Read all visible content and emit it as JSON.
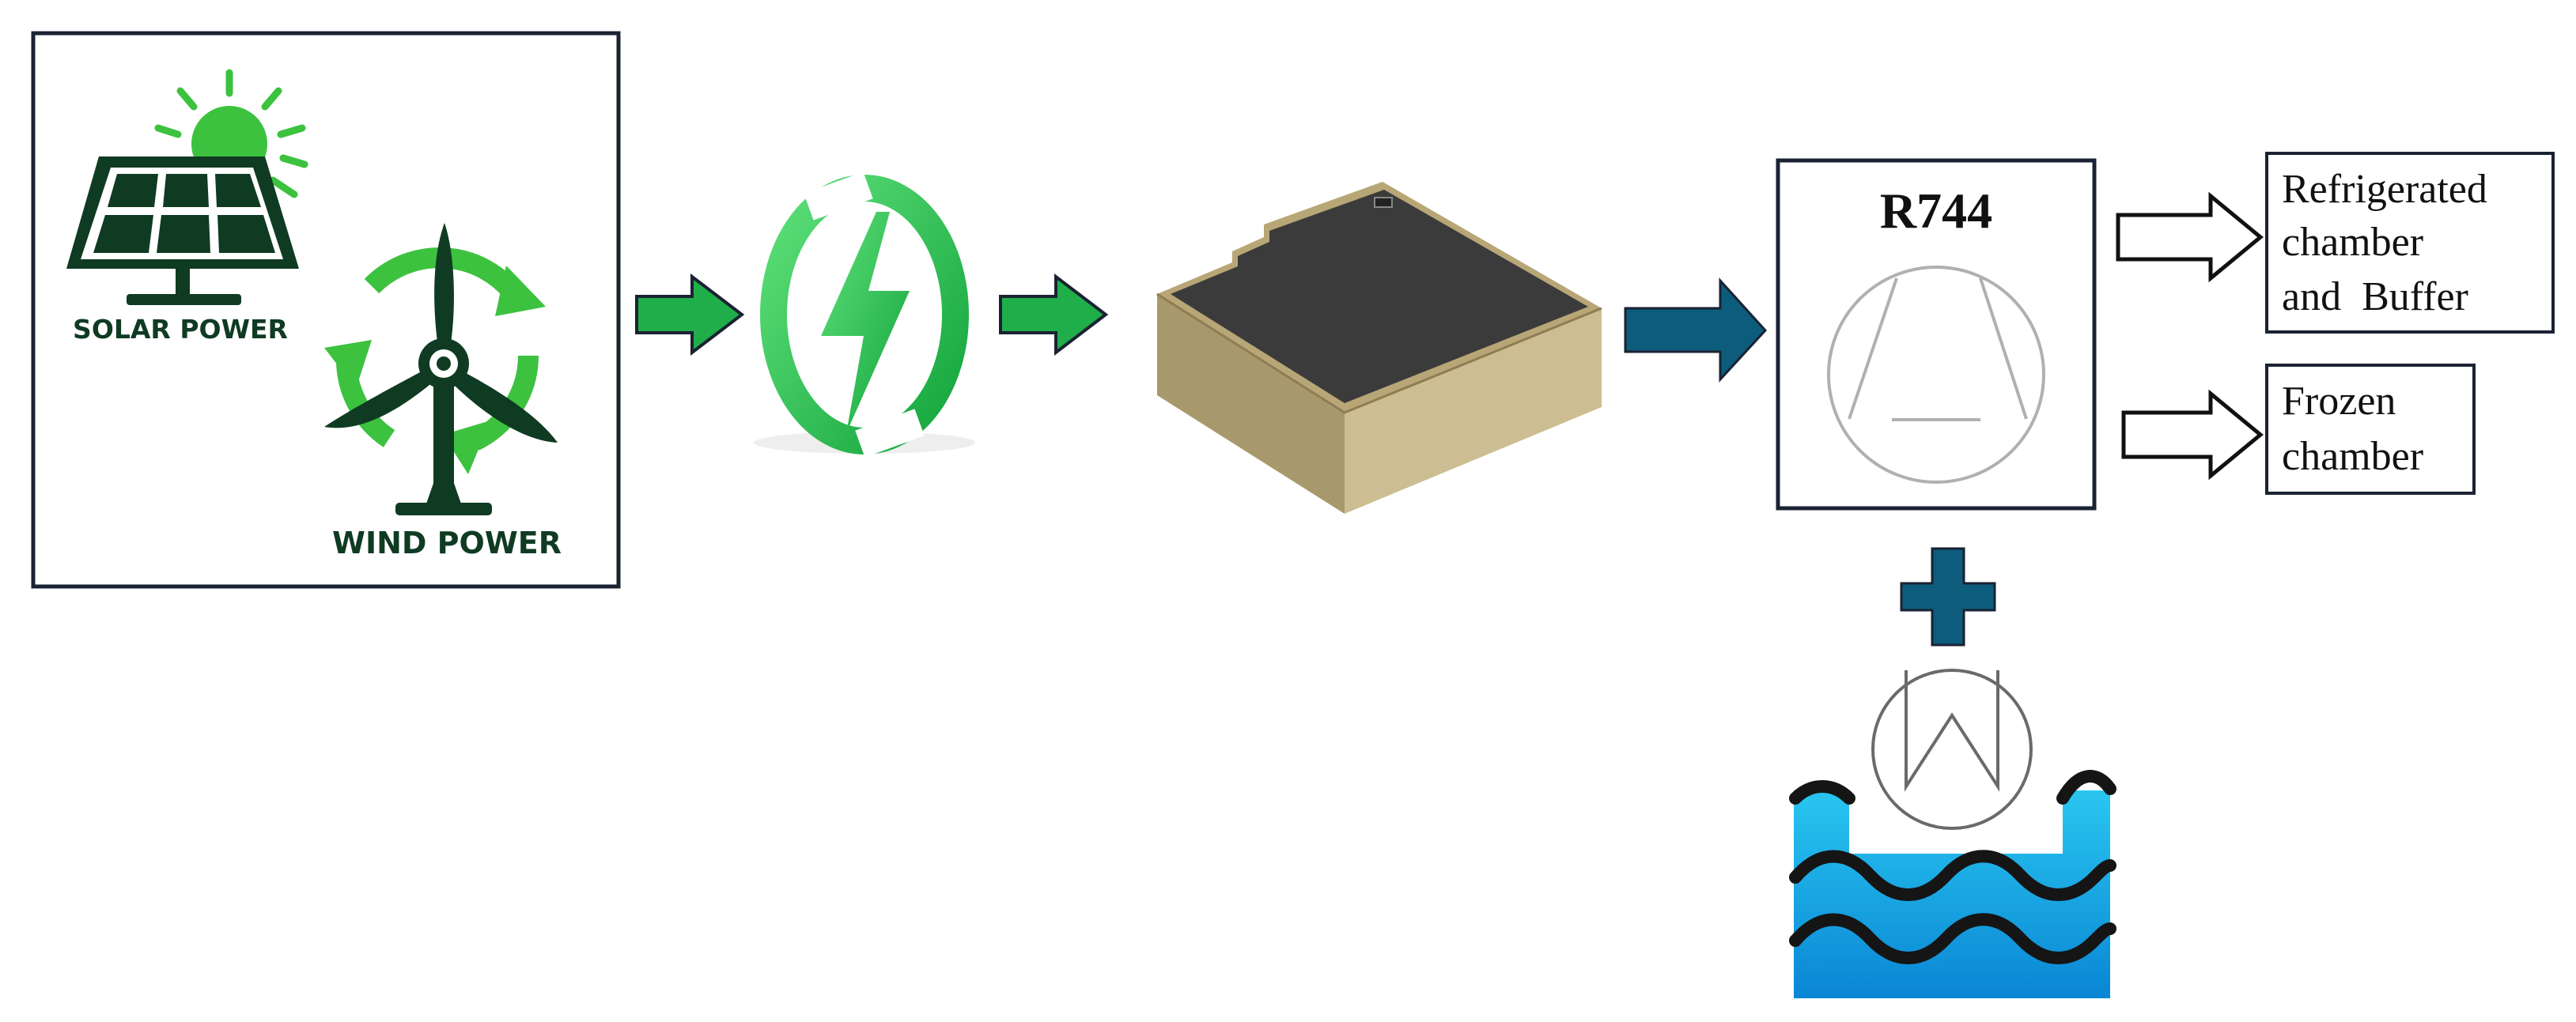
{
  "sources": {
    "solar_label": "SOLAR POWER",
    "wind_label": "WIND POWER"
  },
  "compressor": {
    "label": "R744"
  },
  "outputs": {
    "refrigerated": [
      "Refrigerated",
      "chamber",
      "and  Buffer"
    ],
    "frozen": [
      "Frozen",
      "chamber"
    ]
  },
  "colors": {
    "dark_green": "#0f3b22",
    "light_green": "#39c44a",
    "arrow_green": "#1fae4a",
    "arrow_blue": "#0d5c7c",
    "water_light": "#27c4ee",
    "water_dark": "#0c8dd8",
    "battery_top": "#3a3a3a",
    "battery_side": "#c9b98d"
  },
  "icons": [
    "sun-icon",
    "solar-panel-icon",
    "wind-turbine-icon",
    "recycle-arrows-icon",
    "energy-bolt-icon",
    "battery-box-icon",
    "compressor-icon",
    "plus-icon",
    "heat-exchanger-icon",
    "water-waves-icon"
  ]
}
